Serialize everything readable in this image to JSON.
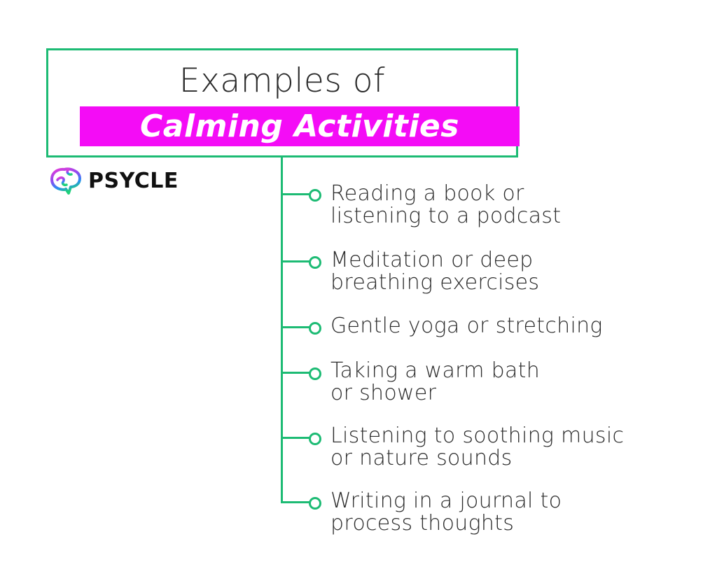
{
  "title": {
    "line1": "Examples of",
    "line2": "Calming Activities",
    "highlight_color": "#f40cf6",
    "border_color": "#1dbb74"
  },
  "logo": {
    "icon": "brain-icon",
    "text": "PSYCLE"
  },
  "items": [
    {
      "line1": "Reading a book or",
      "line2": "listening to a podcast"
    },
    {
      "line1": "Meditation or deep",
      "line2": "breathing exercises"
    },
    {
      "line1": "Gentle yoga or stretching",
      "line2": ""
    },
    {
      "line1": "Taking a warm bath",
      "line2": "or shower"
    },
    {
      "line1": "Listening to soothing music",
      "line2": "or nature sounds"
    },
    {
      "line1": "Writing in a journal to",
      "line2": "process thoughts"
    }
  ]
}
